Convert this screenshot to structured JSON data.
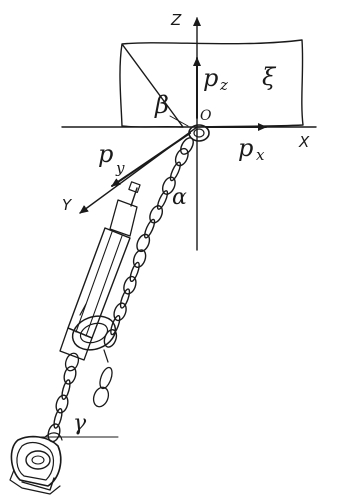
{
  "labels": {
    "axis_z": "Z",
    "axis_x": "X",
    "axis_y": "Y",
    "origin": "O",
    "pz": "p",
    "pz_sub": "z",
    "px": "p",
    "px_sub": "x",
    "py": "p",
    "py_sub": "y",
    "surface": "ξ",
    "beta": "β",
    "alpha": "α",
    "gamma": "γ"
  },
  "icons": {
    "arrow": "filled-triangle-arrowhead",
    "chain": "chain-link-ellipse"
  },
  "colors": {
    "ink": "#1a1a1a",
    "background": "#ffffff"
  }
}
